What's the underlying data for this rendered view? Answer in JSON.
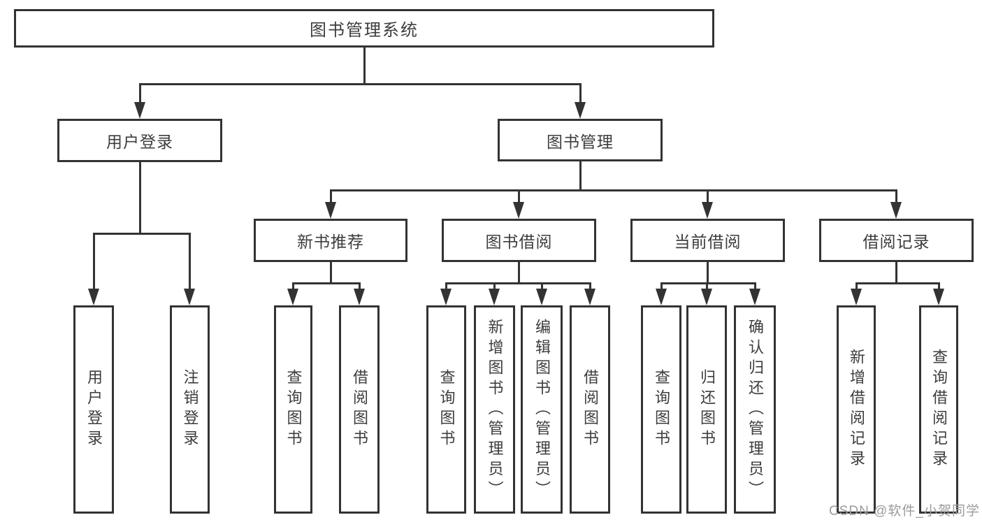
{
  "tree": {
    "root": {
      "label": "图书管理系统"
    },
    "children": [
      {
        "label": "用户登录",
        "children": [
          {
            "label": "用户登录"
          },
          {
            "label": "注销登录"
          }
        ]
      },
      {
        "label": "图书管理",
        "children": [
          {
            "label": "新书推荐",
            "children": [
              {
                "label": "查询图书"
              },
              {
                "label": "借阅图书"
              }
            ]
          },
          {
            "label": "图书借阅",
            "children": [
              {
                "label": "查询图书"
              },
              {
                "label": "新增图书（管理员）"
              },
              {
                "label": "编辑图书（管理员）"
              },
              {
                "label": "借阅图书"
              }
            ]
          },
          {
            "label": "当前借阅",
            "children": [
              {
                "label": "查询图书"
              },
              {
                "label": "归还图书"
              },
              {
                "label": "确认归还（管理员）"
              }
            ]
          },
          {
            "label": "借阅记录",
            "children": [
              {
                "label": "新增借阅记录"
              },
              {
                "label": "查询借阅记录"
              }
            ]
          }
        ]
      }
    ]
  },
  "watermark": {
    "text": "CSDN @软件_小贺同学"
  },
  "colors": {
    "line": "#333333",
    "text": "#3d3d3d",
    "watermark": "#9b9b9b",
    "background": "#ffffff"
  }
}
